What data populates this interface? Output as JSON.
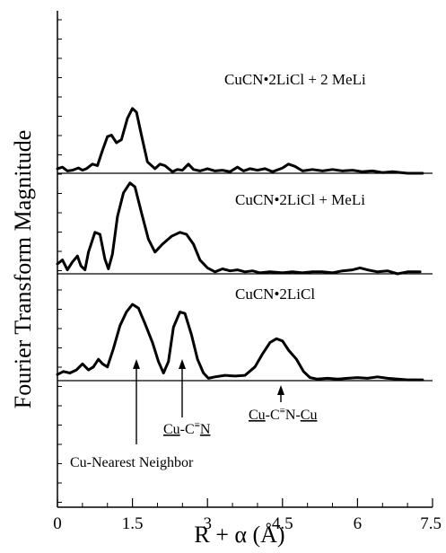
{
  "chart_data": {
    "type": "line",
    "title": "",
    "xlabel": "R + α (Å)",
    "ylabel": "Fourier Transform Magnitude",
    "xlim": [
      0,
      7.5
    ],
    "xticks": [
      "0",
      "1.5",
      "3",
      "4.5",
      "6",
      "7.5"
    ],
    "yticks_labeled": false,
    "grid": false,
    "panels": [
      {
        "name": "CuCN•2LiCl + 2 MeLi",
        "points": [
          [
            0,
            0.06
          ],
          [
            0.1,
            0.08
          ],
          [
            0.2,
            0.03
          ],
          [
            0.3,
            0.04
          ],
          [
            0.42,
            0.07
          ],
          [
            0.5,
            0.04
          ],
          [
            0.58,
            0.06
          ],
          [
            0.7,
            0.12
          ],
          [
            0.8,
            0.1
          ],
          [
            0.9,
            0.3
          ],
          [
            1.0,
            0.48
          ],
          [
            1.08,
            0.5
          ],
          [
            1.18,
            0.4
          ],
          [
            1.28,
            0.44
          ],
          [
            1.4,
            0.72
          ],
          [
            1.5,
            0.85
          ],
          [
            1.58,
            0.8
          ],
          [
            1.68,
            0.5
          ],
          [
            1.8,
            0.15
          ],
          [
            1.95,
            0.06
          ],
          [
            2.05,
            0.12
          ],
          [
            2.15,
            0.1
          ],
          [
            2.3,
            0.02
          ],
          [
            2.4,
            0.05
          ],
          [
            2.5,
            0.04
          ],
          [
            2.62,
            0.12
          ],
          [
            2.72,
            0.05
          ],
          [
            2.85,
            0.03
          ],
          [
            3.0,
            0.06
          ],
          [
            3.15,
            0.03
          ],
          [
            3.3,
            0.04
          ],
          [
            3.45,
            0.02
          ],
          [
            3.6,
            0.08
          ],
          [
            3.72,
            0.03
          ],
          [
            3.85,
            0.06
          ],
          [
            4.0,
            0.04
          ],
          [
            4.15,
            0.06
          ],
          [
            4.3,
            0.02
          ],
          [
            4.5,
            0.07
          ],
          [
            4.62,
            0.12
          ],
          [
            4.75,
            0.09
          ],
          [
            4.9,
            0.03
          ],
          [
            5.1,
            0.05
          ],
          [
            5.3,
            0.03
          ],
          [
            5.5,
            0.05
          ],
          [
            5.7,
            0.03
          ],
          [
            5.9,
            0.04
          ],
          [
            6.1,
            0.02
          ],
          [
            6.3,
            0.03
          ],
          [
            6.5,
            0.01
          ],
          [
            6.7,
            0.02
          ],
          [
            7.0,
            0.0
          ],
          [
            7.3,
            0.0
          ]
        ]
      },
      {
        "name": "CuCN•2LiCl + MeLi",
        "points": [
          [
            0,
            0.1
          ],
          [
            0.1,
            0.14
          ],
          [
            0.2,
            0.04
          ],
          [
            0.3,
            0.12
          ],
          [
            0.4,
            0.18
          ],
          [
            0.47,
            0.08
          ],
          [
            0.55,
            0.04
          ],
          [
            0.62,
            0.22
          ],
          [
            0.75,
            0.42
          ],
          [
            0.85,
            0.4
          ],
          [
            0.95,
            0.15
          ],
          [
            1.02,
            0.05
          ],
          [
            1.1,
            0.2
          ],
          [
            1.2,
            0.58
          ],
          [
            1.32,
            0.82
          ],
          [
            1.45,
            0.92
          ],
          [
            1.55,
            0.88
          ],
          [
            1.68,
            0.62
          ],
          [
            1.82,
            0.35
          ],
          [
            1.95,
            0.22
          ],
          [
            2.1,
            0.3
          ],
          [
            2.28,
            0.38
          ],
          [
            2.45,
            0.42
          ],
          [
            2.58,
            0.4
          ],
          [
            2.72,
            0.3
          ],
          [
            2.85,
            0.14
          ],
          [
            3.0,
            0.06
          ],
          [
            3.15,
            0.02
          ],
          [
            3.3,
            0.05
          ],
          [
            3.45,
            0.03
          ],
          [
            3.6,
            0.04
          ],
          [
            3.75,
            0.02
          ],
          [
            3.9,
            0.03
          ],
          [
            4.05,
            0.01
          ],
          [
            4.25,
            0.02
          ],
          [
            4.5,
            0.01
          ],
          [
            4.7,
            0.02
          ],
          [
            4.9,
            0.01
          ],
          [
            5.1,
            0.02
          ],
          [
            5.3,
            0.02
          ],
          [
            5.5,
            0.01
          ],
          [
            5.7,
            0.03
          ],
          [
            5.9,
            0.04
          ],
          [
            6.05,
            0.06
          ],
          [
            6.2,
            0.04
          ],
          [
            6.4,
            0.02
          ],
          [
            6.6,
            0.03
          ],
          [
            6.8,
            0.0
          ],
          [
            7.0,
            0.02
          ],
          [
            7.25,
            0.02
          ]
        ]
      },
      {
        "name": "CuCN•2LiCl",
        "points": [
          [
            0,
            0.08
          ],
          [
            0.12,
            0.12
          ],
          [
            0.25,
            0.1
          ],
          [
            0.38,
            0.14
          ],
          [
            0.5,
            0.22
          ],
          [
            0.62,
            0.14
          ],
          [
            0.72,
            0.18
          ],
          [
            0.82,
            0.28
          ],
          [
            0.9,
            0.22
          ],
          [
            1.0,
            0.18
          ],
          [
            1.12,
            0.42
          ],
          [
            1.25,
            0.72
          ],
          [
            1.38,
            0.9
          ],
          [
            1.5,
            1.0
          ],
          [
            1.62,
            0.95
          ],
          [
            1.75,
            0.75
          ],
          [
            1.9,
            0.5
          ],
          [
            2.02,
            0.25
          ],
          [
            2.12,
            0.1
          ],
          [
            2.22,
            0.25
          ],
          [
            2.32,
            0.7
          ],
          [
            2.45,
            0.9
          ],
          [
            2.55,
            0.88
          ],
          [
            2.68,
            0.6
          ],
          [
            2.8,
            0.28
          ],
          [
            2.92,
            0.1
          ],
          [
            3.02,
            0.03
          ],
          [
            3.15,
            0.05
          ],
          [
            3.35,
            0.07
          ],
          [
            3.55,
            0.06
          ],
          [
            3.75,
            0.07
          ],
          [
            3.95,
            0.18
          ],
          [
            4.1,
            0.35
          ],
          [
            4.25,
            0.5
          ],
          [
            4.38,
            0.55
          ],
          [
            4.5,
            0.52
          ],
          [
            4.62,
            0.4
          ],
          [
            4.78,
            0.28
          ],
          [
            4.92,
            0.12
          ],
          [
            5.05,
            0.04
          ],
          [
            5.2,
            0.02
          ],
          [
            5.4,
            0.03
          ],
          [
            5.6,
            0.02
          ],
          [
            5.8,
            0.03
          ],
          [
            6.0,
            0.04
          ],
          [
            6.2,
            0.03
          ],
          [
            6.4,
            0.05
          ],
          [
            6.6,
            0.03
          ],
          [
            6.8,
            0.02
          ],
          [
            7.0,
            0.01
          ],
          [
            7.3,
            0.01
          ]
        ]
      }
    ],
    "annotations": {
      "nearest": "Cu-Nearest Neighbor",
      "ccn_a": "Cu",
      "ccn_b": "-C",
      "ccn_c": "≡",
      "ccn_d": "N",
      "cncu_a": "Cu",
      "cncu_b": "-C",
      "cncu_c": "≡",
      "cncu_d": "N-",
      "cncu_e": "Cu"
    },
    "line_color": "#000000"
  }
}
